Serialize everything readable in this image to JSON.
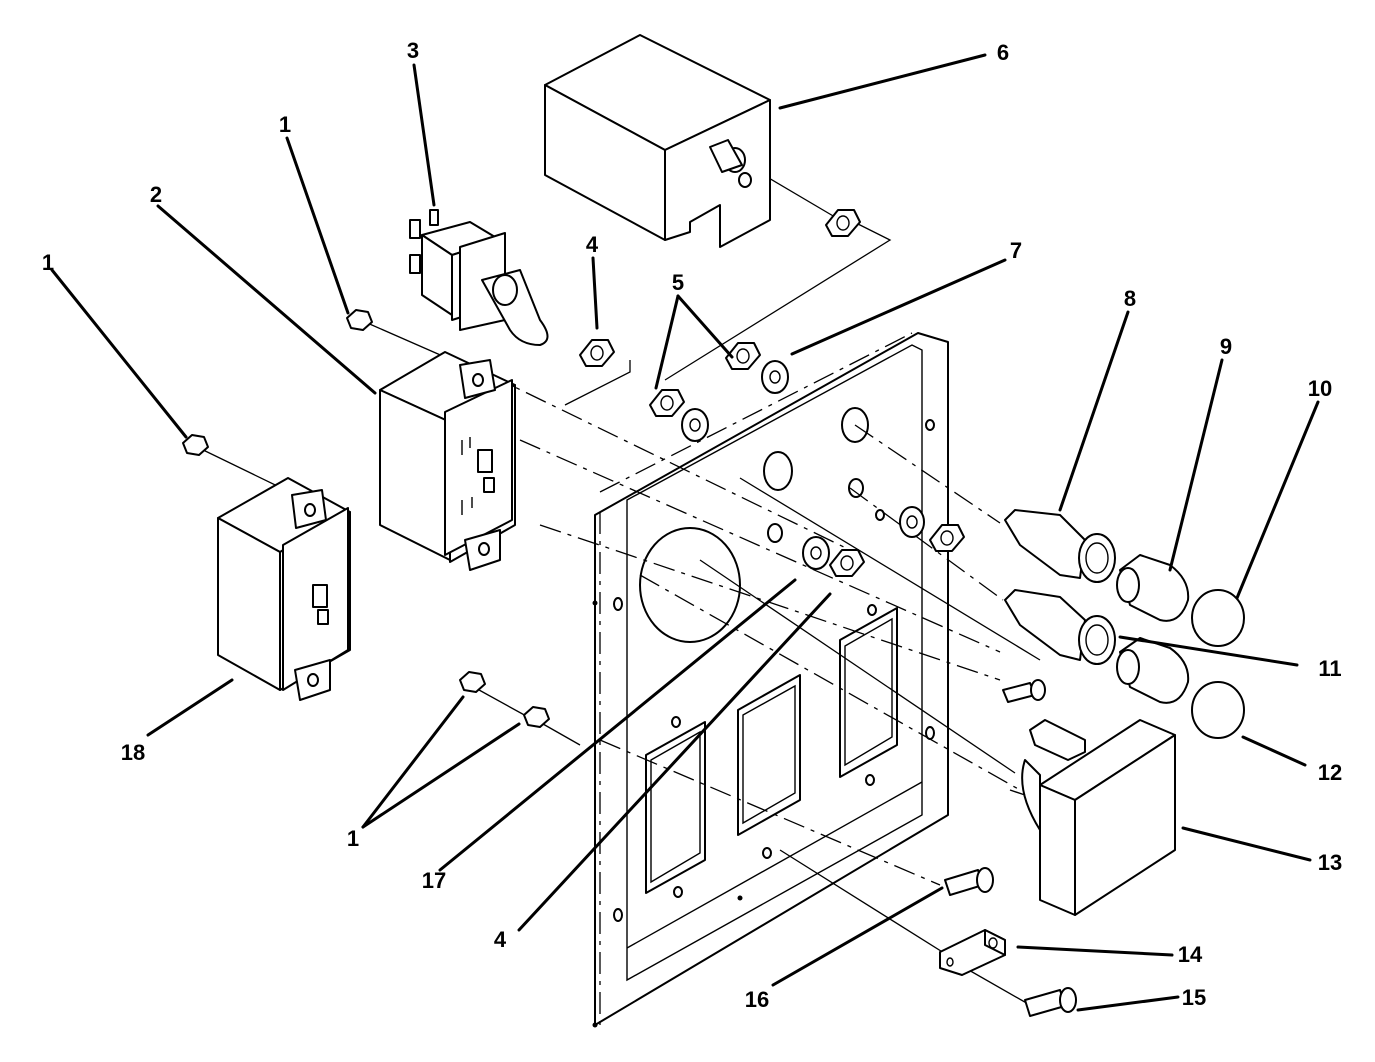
{
  "callouts": [
    {
      "id": "c3",
      "text": "3"
    },
    {
      "id": "c6",
      "text": "6"
    },
    {
      "id": "c1a",
      "text": "1"
    },
    {
      "id": "c2",
      "text": "2"
    },
    {
      "id": "c1b",
      "text": "1"
    },
    {
      "id": "c4a",
      "text": "4"
    },
    {
      "id": "c5",
      "text": "5"
    },
    {
      "id": "c7",
      "text": "7"
    },
    {
      "id": "c8",
      "text": "8"
    },
    {
      "id": "c9",
      "text": "9"
    },
    {
      "id": "c10",
      "text": "10"
    },
    {
      "id": "c11",
      "text": "11"
    },
    {
      "id": "c12",
      "text": "12"
    },
    {
      "id": "c13",
      "text": "13"
    },
    {
      "id": "c14",
      "text": "14"
    },
    {
      "id": "c15",
      "text": "15"
    },
    {
      "id": "c16",
      "text": "16"
    },
    {
      "id": "c4b",
      "text": "4"
    },
    {
      "id": "c17",
      "text": "17"
    },
    {
      "id": "c1c",
      "text": "1"
    },
    {
      "id": "c18",
      "text": "18"
    }
  ]
}
